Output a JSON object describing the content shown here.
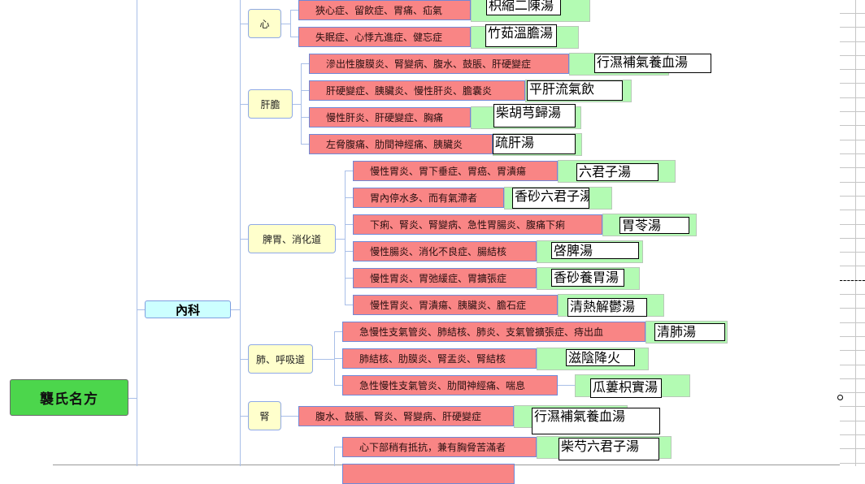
{
  "root": {
    "label": "襲氏名方"
  },
  "department": {
    "label": "內科"
  },
  "categories": [
    {
      "label": "心",
      "items": [
        {
          "symptoms": "狹心症、留飲症、胃痛、疝氣",
          "remedy": "枳縮二陳湯"
        },
        {
          "symptoms": "失眠症、心悸亢進症、健忘症",
          "remedy": "竹茹溫膽湯"
        }
      ]
    },
    {
      "label": "肝膽",
      "items": [
        {
          "symptoms": "滲出性腹膜炎、腎變病、腹水、鼓脹、肝硬變症",
          "remedy": "行濕補氣養血湯"
        },
        {
          "symptoms": "肝硬變症、胰臟炎、慢性肝炎、膽囊炎",
          "remedy": "平肝流氣飲"
        },
        {
          "symptoms": "慢性肝炎、肝硬變症、胸痛",
          "remedy": "柴胡芎歸湯"
        },
        {
          "symptoms": "左脅腹痛、肋間神經痛、胰臟炎",
          "remedy": "疏肝湯"
        }
      ]
    },
    {
      "label": "脾胃、消化道",
      "items": [
        {
          "symptoms": "慢性胃炎、胃下垂症、胃癌、胃潰瘍",
          "remedy": "六君子湯"
        },
        {
          "symptoms": "胃內停水多、而有氣滯者",
          "remedy": "香砂六君子湯"
        },
        {
          "symptoms": "下痢、腎炎、腎變病、急性胃腸炎、腹痛下痢",
          "remedy": "胃苓湯"
        },
        {
          "symptoms": "慢性腸炎、消化不良症、腸結核",
          "remedy": "啓脾湯"
        },
        {
          "symptoms": "慢性胃炎、胃弛緩症、胃擴張症",
          "remedy": "香砂養胃湯"
        },
        {
          "symptoms": "慢性胃炎、胃潰瘍、胰臟炎、膽石症",
          "remedy": "清熱解鬱湯"
        }
      ]
    },
    {
      "label": "肺、呼吸道",
      "items": [
        {
          "symptoms": "急慢性支氣管炎、肺結核、肺炎、支氣管擴張症、痔出血",
          "remedy": "清肺湯"
        },
        {
          "symptoms": "肺結核、肋膜炎、腎盂炎、腎結核",
          "remedy": "滋陰降火"
        },
        {
          "symptoms": "急性慢性支氣管炎、肋間神經痛、喘息",
          "remedy": "瓜蔞枳實湯"
        }
      ]
    },
    {
      "label": "腎",
      "items": [
        {
          "symptoms": "腹水、鼓脹、腎炎、腎變病、肝硬變症",
          "remedy": "行濕補氣養血湯"
        }
      ]
    },
    {
      "label": "",
      "items": [
        {
          "symptoms": "心下部稍有抵抗，兼有胸脅苦滿者",
          "remedy": "柴芍六君子湯"
        }
      ]
    }
  ],
  "colors": {
    "root": "#4cd64c",
    "department": "#ccffff",
    "category": "#ffffcc",
    "symptom": "#f98585",
    "remedy_bg": "#b3fbb3"
  }
}
